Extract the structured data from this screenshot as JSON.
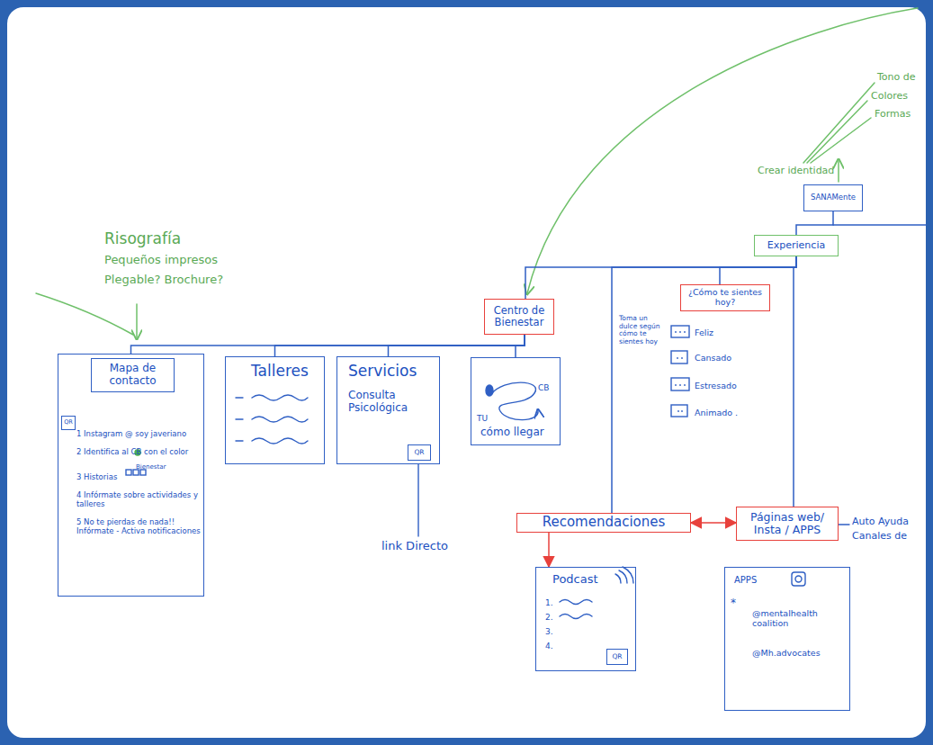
{
  "diagram": {
    "nodes": [
      {
        "text": [
          "SANAMente"
        ]
      },
      {
        "text": [
          "Experiencia"
        ]
      },
      {
        "text": [
          "Centro de Bienestar"
        ]
      },
      {
        "text": [
          "¿Cómo te sientes hoy?"
        ]
      },
      {
        "text": [
          "1 Instagram @ soy javeriano",
          "2 Identifica al CB con el color",
          "3 Historias",
          "Bienestar",
          "4 Infórmate sobre actividades y talleres",
          "5 No te pierdas de nada!! Infórmate - Activa notificaciones"
        ]
      },
      {
        "text": [
          "Mapa de contacto"
        ],
        "in": 4
      },
      {
        "text": [
          "QR"
        ],
        "in": 4
      },
      {
        "text": [
          "Talleres"
        ]
      },
      {
        "text": [
          "Servicios",
          "Consulta Psicológica"
        ]
      },
      {
        "text": [
          "QR"
        ],
        "in": 8
      },
      {
        "text": [
          "TU",
          "CB",
          "cómo llegar"
        ]
      },
      {
        "text": [
          "Recomendaciones"
        ]
      },
      {
        "text": [
          "Páginas web/ Insta / APPS"
        ]
      },
      {
        "text": [
          "Podcast",
          "1.",
          "2.",
          "3.",
          "4."
        ]
      },
      {
        "text": [
          "QR"
        ],
        "in": 13
      },
      {
        "text": [
          "APPS",
          "*",
          "@mentalhealth coalition",
          "@Mh.advocates"
        ]
      }
    ],
    "edges": [
      {
        "from": 1,
        "to": 0,
        "arrow": "none"
      },
      {
        "from": 1,
        "to": 2,
        "arrow": "none"
      },
      {
        "from": 1,
        "to": 3,
        "arrow": "none"
      },
      {
        "from": 1,
        "to": 11,
        "arrow": "none"
      },
      {
        "from": 1,
        "to": 12,
        "arrow": "none"
      },
      {
        "from": 2,
        "to": 4,
        "arrow": "none"
      },
      {
        "from": 2,
        "to": 7,
        "arrow": "none"
      },
      {
        "from": 2,
        "to": 8,
        "arrow": "none"
      },
      {
        "from": 2,
        "to": 10,
        "arrow": "none"
      },
      {
        "from": 11,
        "to": 12,
        "arrow": "both"
      },
      {
        "from": 11,
        "to": 13,
        "arrow": "to"
      }
    ],
    "labels": [
      "Risografía",
      "Pequeños impresos",
      "Plegable? Brochure?",
      "Tono de",
      "Colores",
      "Formas",
      "Crear identidad",
      "Toma un dulce según cómo te sientes hoy",
      "Feliz",
      "Cansado",
      "Estresado",
      "Animado .",
      "link Directo",
      "Auto Ayuda",
      "Canales de"
    ]
  }
}
